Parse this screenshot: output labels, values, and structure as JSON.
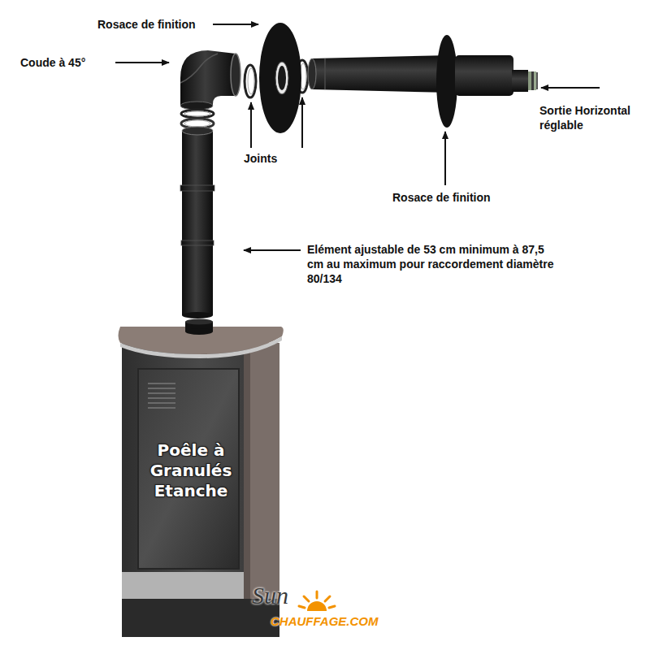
{
  "diagram": {
    "nodes": [
      {
        "text": [
          "Poêle à Granulés Etanche"
        ]
      }
    ],
    "labels": [
      "Rosace de finition",
      "Coude à 45°",
      "Joints",
      "Sortie Horizontal réglable",
      "Rosace de finition",
      "Elément ajustable de 53 cm minimum à 87,5 cm au maximum pour raccordement diamètre 80/134",
      "Sun",
      "CHAUFFAGE.COM"
    ]
  }
}
